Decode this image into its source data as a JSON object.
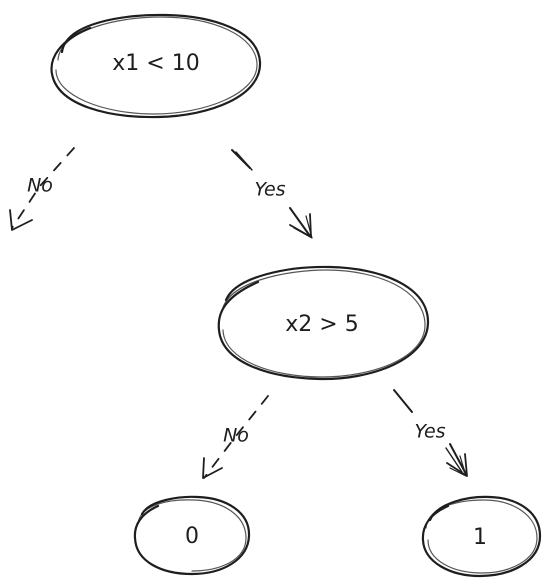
{
  "nodes": {
    "root": {
      "label": "x1 < 10"
    },
    "split2": {
      "label": "x2 > 5"
    },
    "leaf0": {
      "label": "0"
    },
    "leaf1": {
      "label": "1"
    }
  },
  "edges": {
    "root_no": {
      "label": "No"
    },
    "root_yes": {
      "label": "Yes"
    },
    "split2_no": {
      "label": "No"
    },
    "split2_yes": {
      "label": "Yes"
    }
  }
}
